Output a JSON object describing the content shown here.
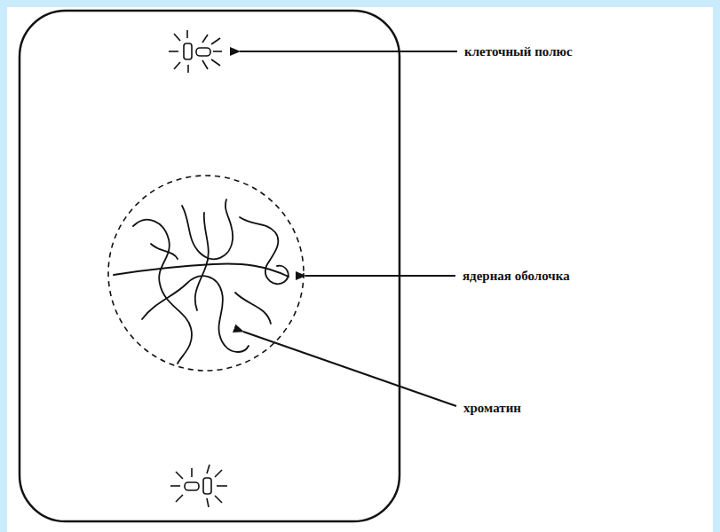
{
  "diagram": {
    "labels": [
      "клеточный полюс",
      "ядерная оболочка",
      "хроматин"
    ]
  }
}
